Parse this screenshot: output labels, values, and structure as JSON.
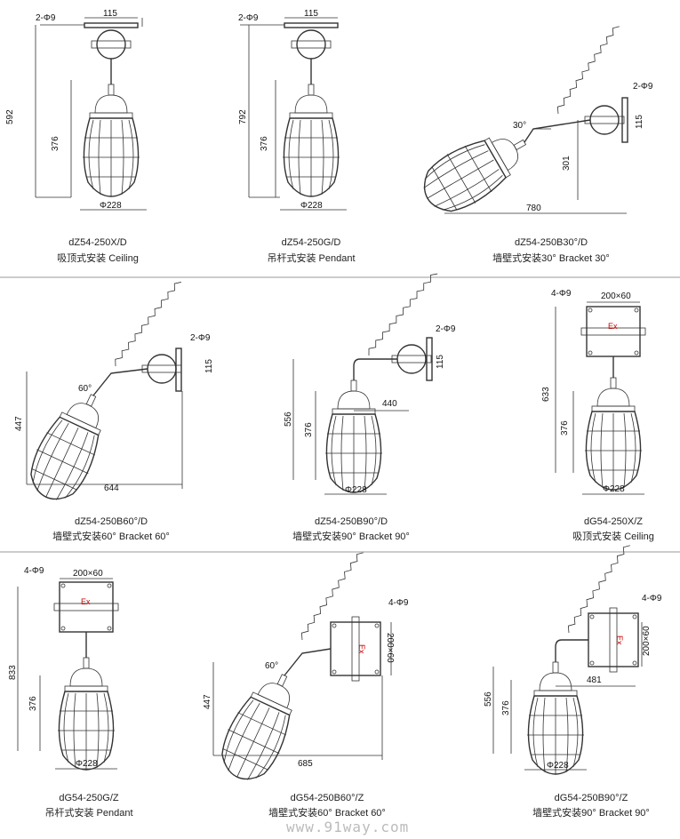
{
  "panels": [
    {
      "model": "dZ54-250X/D",
      "mount": "吸顶式安装 Ceiling",
      "dims": {
        "holes": "2-Φ9",
        "plate": "115",
        "total": "592",
        "lamp": "376",
        "dia": "Φ228"
      }
    },
    {
      "model": "dZ54-250G/D",
      "mount": "吊杆式安装 Pendant",
      "dims": {
        "holes": "2-Φ9",
        "plate": "115",
        "total": "792",
        "lamp": "376",
        "dia": "Φ228"
      }
    },
    {
      "model": "dZ54-250B30°/D",
      "mount": "墙壁式安装30°  Bracket 30°",
      "dims": {
        "holes": "2-Φ9",
        "plate": "115",
        "angle": "30°",
        "height": "301",
        "reach": "780"
      }
    },
    {
      "model": "dZ54-250B60°/D",
      "mount": "墙壁式安装60°  Bracket 60°",
      "dims": {
        "holes": "2-Φ9",
        "plate": "115",
        "angle": "60°",
        "height": "447",
        "reach": "644"
      }
    },
    {
      "model": "dZ54-250B90°/D",
      "mount": "墙壁式安装90°  Bracket 90°",
      "dims": {
        "holes": "2-Φ9",
        "plate": "115",
        "total": "556",
        "lamp": "376",
        "reach": "440",
        "dia": "Φ228"
      }
    },
    {
      "model": "dG54-250X/Z",
      "mount": "吸顶式安装 Ceiling",
      "dims": {
        "holes": "4-Φ9",
        "box": "200×60",
        "total": "633",
        "lamp": "376",
        "dia": "Φ228",
        "ex": "Ex"
      }
    },
    {
      "model": "dG54-250G/Z",
      "mount": "吊杆式安装 Pendant",
      "dims": {
        "holes": "4-Φ9",
        "box": "200×60",
        "total": "833",
        "lamp": "376",
        "dia": "Φ228",
        "ex": "Ex"
      }
    },
    {
      "model": "dG54-250B60°/Z",
      "mount": "墙壁式安装60°  Bracket 60°",
      "dims": {
        "holes": "4-Φ9",
        "box": "200×60",
        "angle": "60°",
        "height": "447",
        "reach": "685",
        "ex": "Ex"
      }
    },
    {
      "model": "dG54-250B90°/Z",
      "mount": "墙壁式安装90°  Bracket 90°",
      "dims": {
        "holes": "4-Φ9",
        "box": "200×60",
        "total": "556",
        "lamp": "376",
        "reach": "481",
        "dia": "Φ228",
        "ex": "Ex"
      }
    }
  ],
  "watermark": "www.91way.com"
}
